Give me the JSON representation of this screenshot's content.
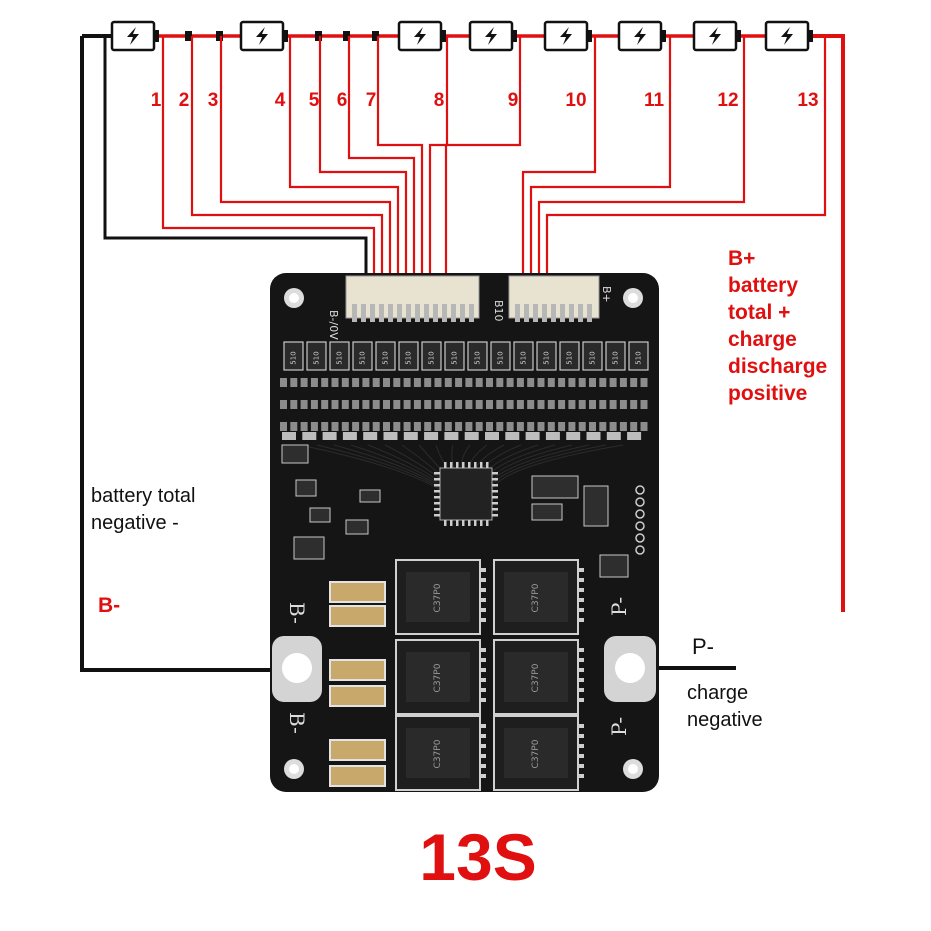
{
  "title": "13S",
  "cell_icon": "lightning-bolt-icon",
  "tap_labels": [
    "1",
    "2",
    "3",
    "4",
    "5",
    "6",
    "7",
    "8",
    "9",
    "10",
    "11",
    "12",
    "13"
  ],
  "labels": {
    "b_plus": [
      "B+",
      "battery",
      "total +",
      "charge",
      "discharge",
      "positive"
    ],
    "b_minus_desc": [
      "battery total",
      "negative -"
    ],
    "b_minus": "B-",
    "p_minus": "P-",
    "p_minus_desc": [
      "charge",
      "negative"
    ]
  },
  "board": {
    "silk_b_minus": "B-",
    "silk_p_minus": "P-",
    "silk_conn_left": "B-/0V",
    "silk_conn_mid": "B10",
    "silk_conn_right": "B+",
    "resistor_code": "510",
    "chip_mark": "C37P0"
  },
  "colors": {
    "red": "#e01010",
    "black": "#111111",
    "board": "#151515",
    "pad": "#c9c9c9",
    "trace": "#2b2b2b"
  }
}
